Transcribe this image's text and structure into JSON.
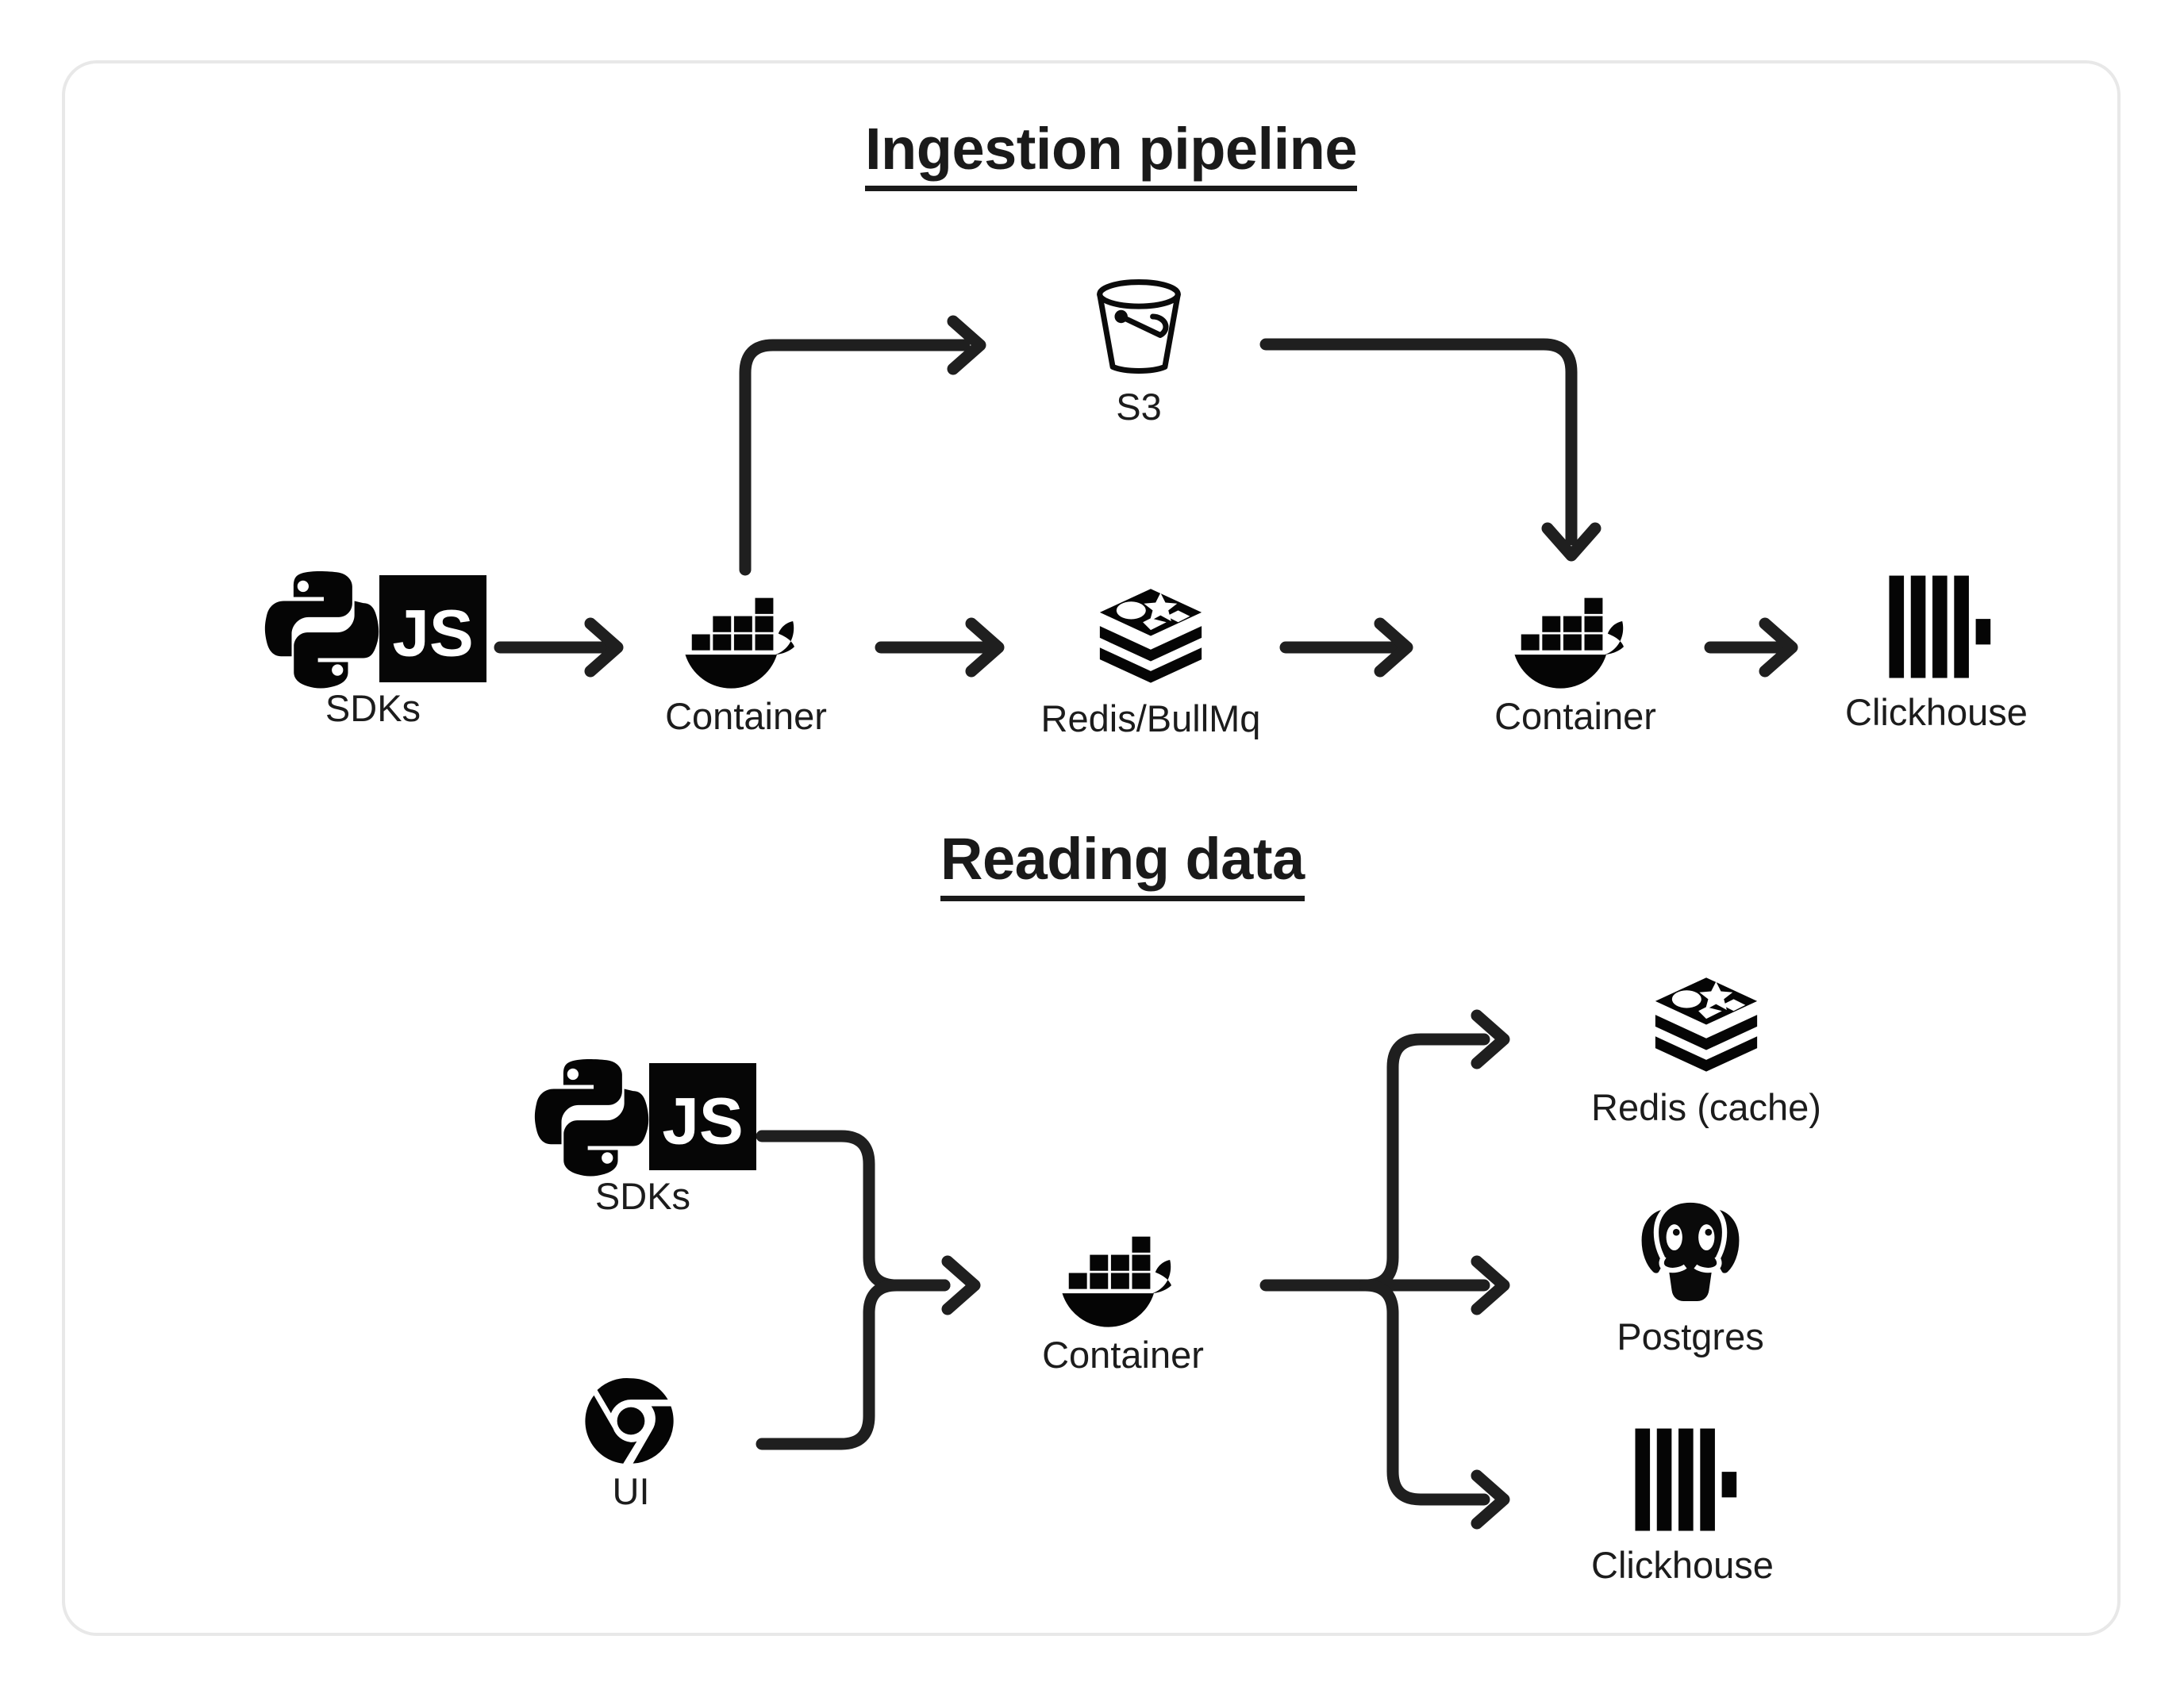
{
  "card": {
    "border_color": "#e8e8e8",
    "background": "#ffffff"
  },
  "ink": "#1a1a1a",
  "sections": [
    {
      "id": "ingestion",
      "title": "Ingestion pipeline",
      "nodes": [
        {
          "id": "sdks-top",
          "label": "SDKs",
          "icons": [
            "python-icon",
            "javascript-icon"
          ]
        },
        {
          "id": "container-1",
          "label": "Container",
          "icons": [
            "docker-icon"
          ]
        },
        {
          "id": "redis-bullmq",
          "label": "Redis/BullMq",
          "icons": [
            "redis-icon"
          ]
        },
        {
          "id": "s3",
          "label": "S3",
          "icons": [
            "s3-bucket-icon"
          ]
        },
        {
          "id": "container-2",
          "label": "Container",
          "icons": [
            "docker-icon"
          ]
        },
        {
          "id": "clickhouse-top",
          "label": "Clickhouse",
          "icons": [
            "clickhouse-icon"
          ]
        }
      ],
      "edges": [
        {
          "from": "sdks-top",
          "to": "container-1",
          "style": "straight"
        },
        {
          "from": "container-1",
          "to": "s3",
          "style": "elbow-up-right"
        },
        {
          "from": "container-1",
          "to": "redis-bullmq",
          "style": "straight"
        },
        {
          "from": "redis-bullmq",
          "to": "container-2",
          "style": "straight"
        },
        {
          "from": "s3",
          "to": "container-2",
          "style": "elbow-right-down"
        },
        {
          "from": "container-2",
          "to": "clickhouse-top",
          "style": "straight"
        }
      ]
    },
    {
      "id": "reading",
      "title": "Reading data",
      "nodes": [
        {
          "id": "sdks-bottom",
          "label": "SDKs",
          "icons": [
            "python-icon",
            "javascript-icon"
          ]
        },
        {
          "id": "ui",
          "label": "UI",
          "icons": [
            "chrome-icon"
          ]
        },
        {
          "id": "container-3",
          "label": "Container",
          "icons": [
            "docker-icon"
          ]
        },
        {
          "id": "redis-cache",
          "label": "Redis (cache)",
          "icons": [
            "redis-icon"
          ]
        },
        {
          "id": "postgres",
          "label": "Postgres",
          "icons": [
            "postgres-icon"
          ]
        },
        {
          "id": "clickhouse-bottom",
          "label": "Clickhouse",
          "icons": [
            "clickhouse-icon"
          ]
        }
      ],
      "edges": [
        {
          "from": "sdks-bottom",
          "to": "container-3",
          "style": "merge"
        },
        {
          "from": "ui",
          "to": "container-3",
          "style": "merge"
        },
        {
          "from": "container-3",
          "to": "redis-cache",
          "style": "fan-out-up"
        },
        {
          "from": "container-3",
          "to": "postgres",
          "style": "fan-out-middle"
        },
        {
          "from": "container-3",
          "to": "clickhouse-bottom",
          "style": "fan-out-down"
        }
      ]
    }
  ],
  "icon_glyphs": {
    "javascript-icon": "JS"
  }
}
